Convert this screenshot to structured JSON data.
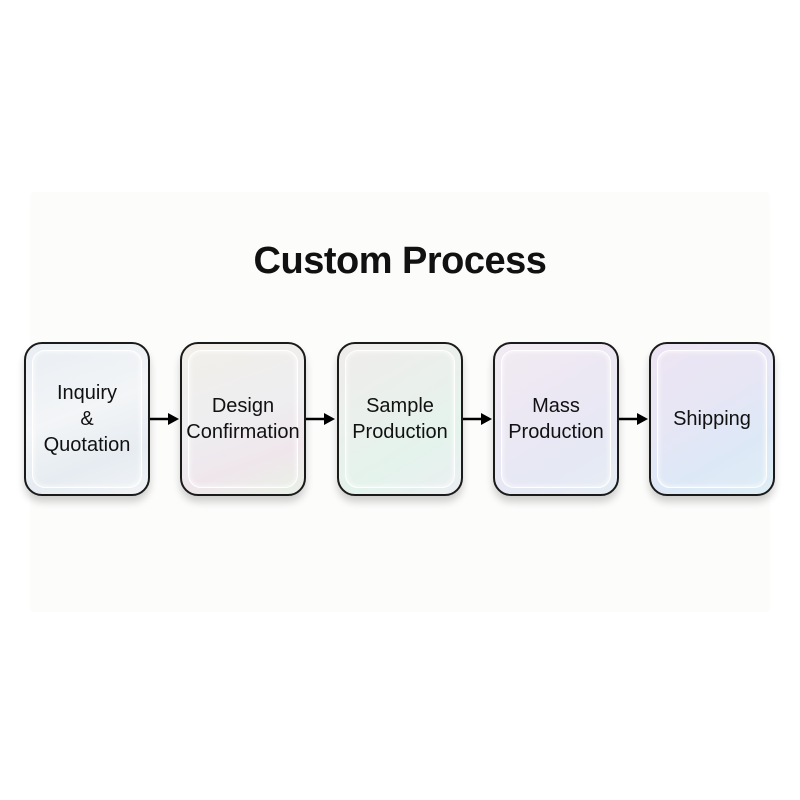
{
  "title": "Custom Process",
  "steps": [
    {
      "label": "Inquiry\n&\nQuotation"
    },
    {
      "label": "Design\nConfirmation"
    },
    {
      "label": "Sample\nProduction"
    },
    {
      "label": "Mass\nProduction"
    },
    {
      "label": "Shipping"
    }
  ],
  "colors": {
    "text": "#111111",
    "border": "#1a1a1a",
    "arrow": "#000000"
  }
}
